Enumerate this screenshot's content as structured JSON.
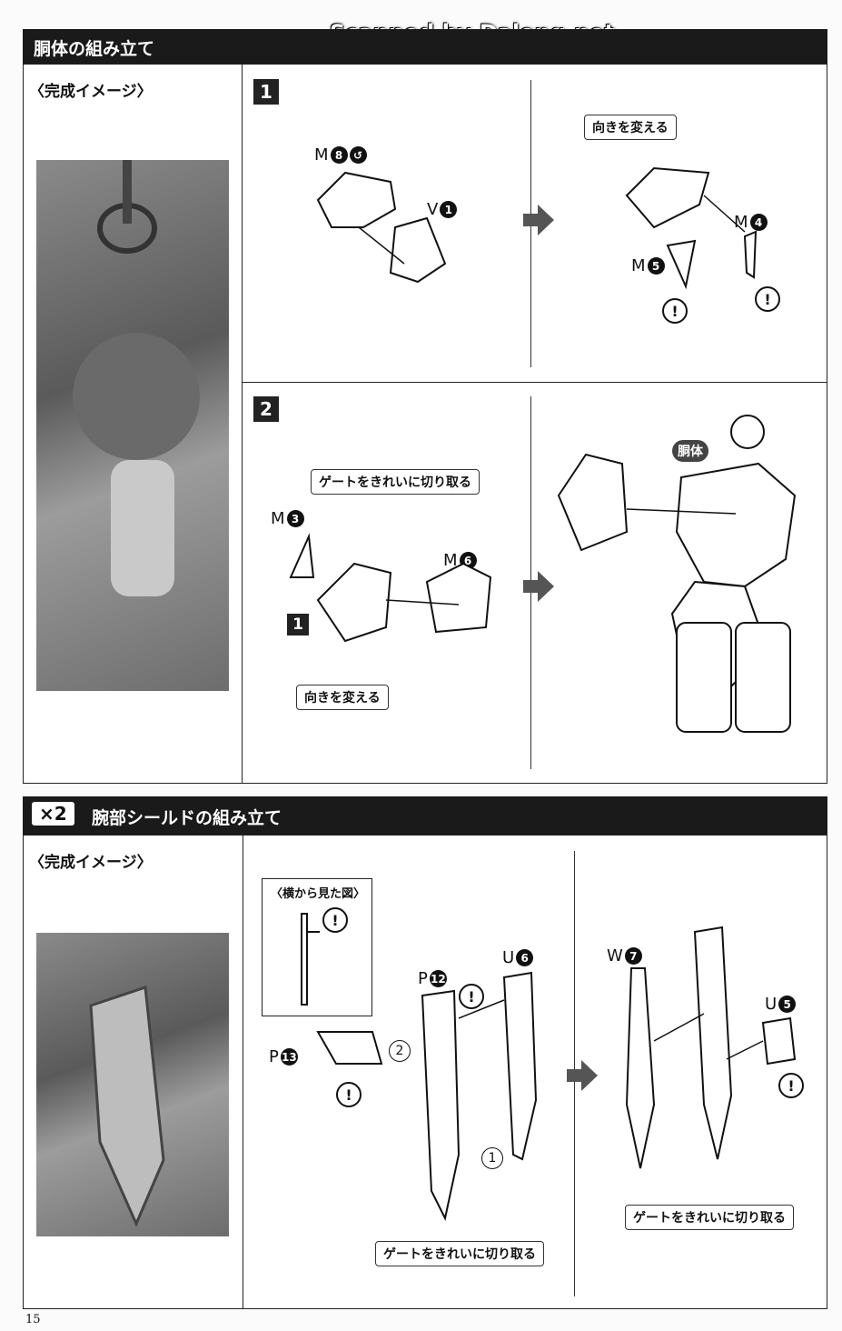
{
  "watermark": "Scanned by Dalong.net",
  "section1": {
    "title": "胴体の組み立て",
    "preview_label": "〈完成イメージ〉",
    "step1": {
      "num": "1",
      "part_m8": "M",
      "part_m8_num": "8",
      "part_v1": "V",
      "part_v1_num": "1",
      "callout_turn": "向きを変える",
      "part_m4": "M",
      "part_m4_num": "4",
      "part_m5": "M",
      "part_m5_num": "5",
      "warn": "!"
    },
    "step2": {
      "num": "2",
      "callout_gate": "ゲートをきれいに切り取る",
      "part_m3": "M",
      "part_m3_num": "3",
      "part_m6": "M",
      "part_m6_num": "6",
      "ref_step": "1",
      "callout_turn": "向きを変える",
      "body_label": "胴体"
    }
  },
  "section2": {
    "multiplier": "×2",
    "title": "腕部シールドの組み立て",
    "preview_label": "〈完成イメージ〉",
    "side_view_label": "〈横から見た図〉",
    "part_p12": "P",
    "part_p12_num": "12",
    "part_u6": "U",
    "part_u6_num": "6",
    "part_p13": "P",
    "part_p13_num": "13",
    "order_2": "2",
    "order_1": "1",
    "callout_gate_left": "ゲートをきれいに切り取る",
    "part_w7": "W",
    "part_w7_num": "7",
    "part_u5": "U",
    "part_u5_num": "5",
    "callout_gate_right": "ゲートをきれいに切り取る",
    "warn": "!"
  },
  "page_number": "15"
}
